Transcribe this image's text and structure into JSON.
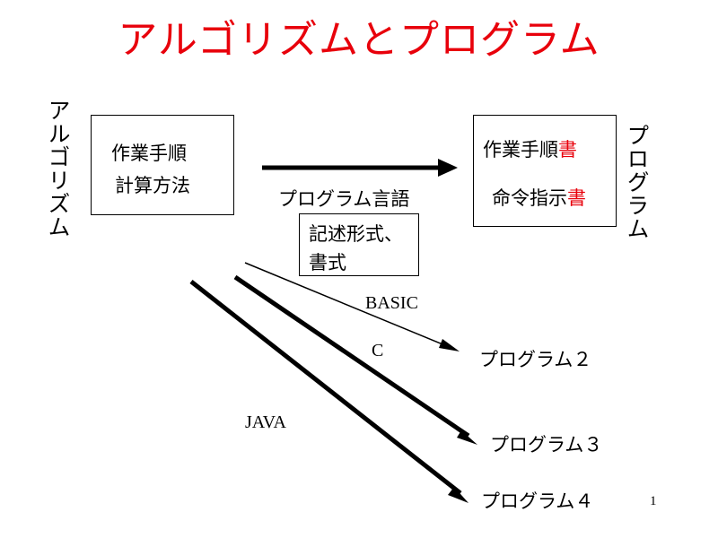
{
  "title": "アルゴリズムとプログラム",
  "left_vertical": "アルゴリズム",
  "right_vertical": "プログラム",
  "left_box": {
    "line1": "作業手順",
    "line2": "計算方法"
  },
  "right_box": {
    "line1_main": "作業手順",
    "line1_red": "書",
    "line2_main": "命令指示",
    "line2_red": "書"
  },
  "language_label": "プログラム言語",
  "format_box": {
    "line1": "記述形式、",
    "line2": "書式"
  },
  "branches": [
    {
      "lang": "BASIC",
      "target": "プログラム２"
    },
    {
      "lang": "C",
      "target": "プログラム３"
    },
    {
      "lang": "JAVA",
      "target": "プログラム４"
    }
  ],
  "page_number": "1",
  "colors": {
    "accent": "#e8000b",
    "ink": "#000000"
  }
}
